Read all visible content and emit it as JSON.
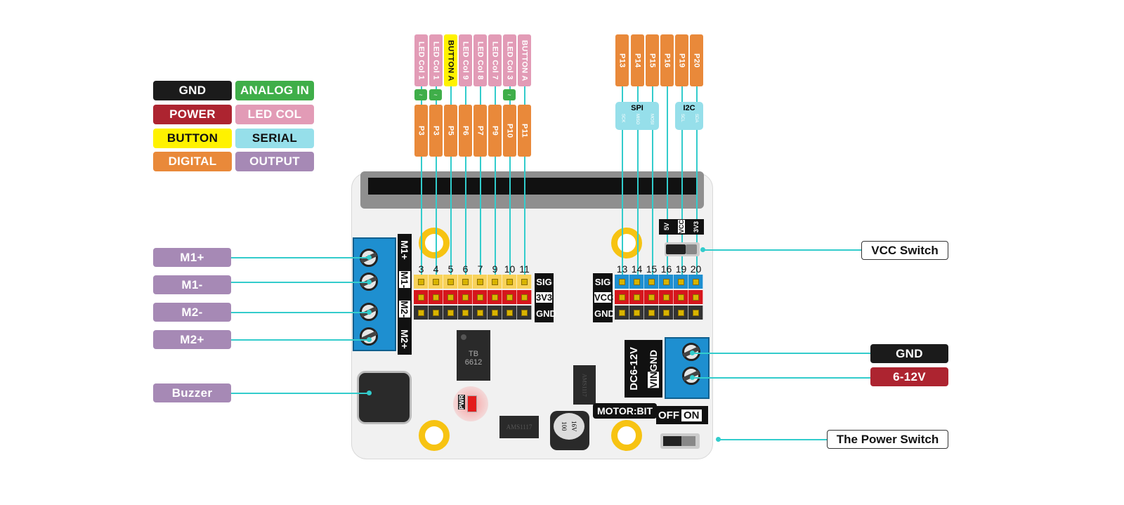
{
  "legend": [
    {
      "label": "GND",
      "bg": "#1b1b1b",
      "fg": "#ffffff"
    },
    {
      "label": "ANALOG IN",
      "bg": "#3fae49",
      "fg": "#ffffff"
    },
    {
      "label": "POWER",
      "bg": "#ad2430",
      "fg": "#ffffff"
    },
    {
      "label": "LED COL",
      "bg": "#e29bb6",
      "fg": "#ffffff"
    },
    {
      "label": "BUTTON",
      "bg": "#fff200",
      "fg": "#111111"
    },
    {
      "label": "SERIAL",
      "bg": "#96dfea",
      "fg": "#111111"
    },
    {
      "label": "DIGITAL",
      "bg": "#e9893a",
      "fg": "#ffffff"
    },
    {
      "label": "OUTPUT",
      "bg": "#a689b5",
      "fg": "#ffffff"
    }
  ],
  "left_pins": [
    {
      "top": "LED Col 1",
      "top_type": "led",
      "analog": true,
      "pin": "P3",
      "num": "3"
    },
    {
      "top": "LED Col 1",
      "top_type": "led",
      "analog": true,
      "pin": "P3",
      "num": "4"
    },
    {
      "top": "BUTTON A",
      "top_type": "button",
      "analog": false,
      "pin": "P5",
      "num": "5"
    },
    {
      "top": "LED Col 9",
      "top_type": "led",
      "analog": false,
      "pin": "P6",
      "num": "6"
    },
    {
      "top": "LED Col 8",
      "top_type": "led",
      "analog": false,
      "pin": "P7",
      "num": "7"
    },
    {
      "top": "LED Col 7",
      "top_type": "led",
      "analog": false,
      "pin": "P9",
      "num": "9"
    },
    {
      "top": "LED Col 3",
      "top_type": "led",
      "analog": true,
      "pin": "P10",
      "num": "10"
    },
    {
      "top": "BUTTON A",
      "top_type": "led",
      "analog": false,
      "pin": "P11",
      "num": "11"
    }
  ],
  "analog_glyph": "~",
  "right_pins": [
    {
      "pin": "P13",
      "num": "13"
    },
    {
      "pin": "P14",
      "num": "14"
    },
    {
      "pin": "P15",
      "num": "15"
    },
    {
      "pin": "P16",
      "num": "16"
    },
    {
      "pin": "P19",
      "num": "19"
    },
    {
      "pin": "P20",
      "num": "20"
    }
  ],
  "spi": {
    "title": "SPI",
    "lines": [
      "SCK",
      "MISO",
      "MOSI"
    ]
  },
  "i2c": {
    "title": "I2C",
    "lines": [
      "SCL",
      "SDA"
    ]
  },
  "left_header_labels": [
    "SIG",
    "3V3",
    "GND"
  ],
  "right_header_labels": [
    "SIG",
    "VCC",
    "GND"
  ],
  "vcc_select": [
    "5V",
    "VCC",
    "3V3"
  ],
  "motor_terminal_labels": [
    "M1+",
    "M1-",
    "M2-",
    "M2+"
  ],
  "motor_outputs": [
    "M1+",
    "M1-",
    "M2-",
    "M2+"
  ],
  "buzzer": "Buzzer",
  "chips": {
    "driver_line1": "TB",
    "driver_line2": "6612",
    "regulator1": "AMS1117",
    "regulator2": "AMS1117",
    "cap_value": "100",
    "cap_voltage": "16V",
    "led_label": "PWR"
  },
  "power_input": {
    "range": "DC6-12V",
    "vin": "VIN",
    "gnd": "GND"
  },
  "brand": "MOTOR:BIT",
  "power_switch_labels": {
    "off": "OFF",
    "on": "ON"
  },
  "right_callouts": {
    "vcc_switch": "VCC Switch",
    "gnd": "GND",
    "voltage": "6-12V",
    "power_switch": "The Power Switch"
  },
  "colors": {
    "wire": "#33cccc",
    "digital": "#e9893a",
    "led": "#e29bb6",
    "button": "#fff200",
    "serial": "#96dfea",
    "output": "#a689b5",
    "gnd": "#1b1b1b",
    "power": "#ad2430"
  }
}
